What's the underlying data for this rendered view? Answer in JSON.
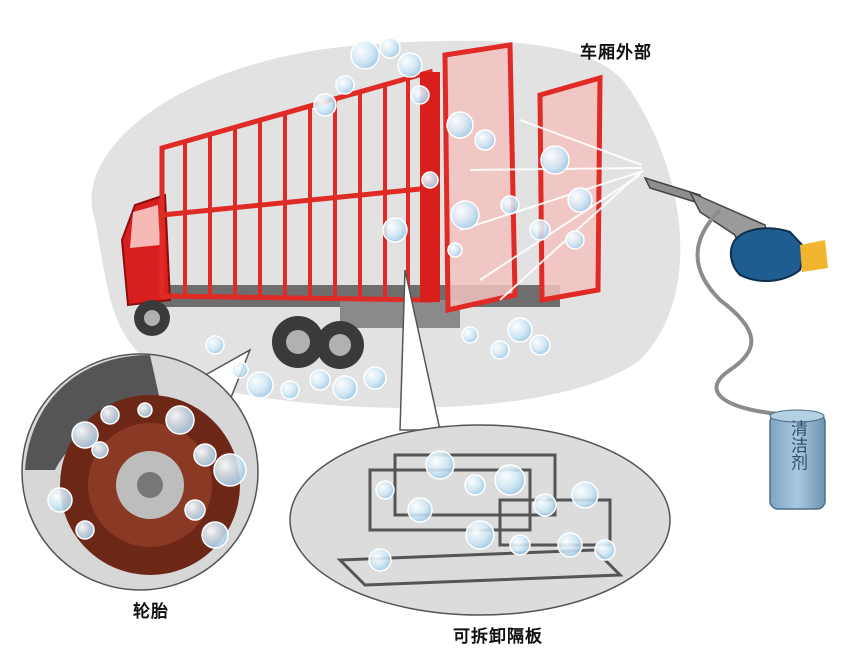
{
  "labels": {
    "exterior": "车厢外部",
    "tire": "轮胎",
    "partition": "可拆卸隔板"
  },
  "canister": {
    "text": "清洁剂"
  },
  "colors": {
    "truck_red": "#e02a26",
    "cab_red": "#d81f1d",
    "background_blob": "#e3e3e3",
    "detail_blob": "#d7d7d7",
    "glove": "#1f5c8f",
    "canister": "#8fb4d0",
    "bubble": "#c9e3f5",
    "tire_rust": "#7a2a18"
  }
}
